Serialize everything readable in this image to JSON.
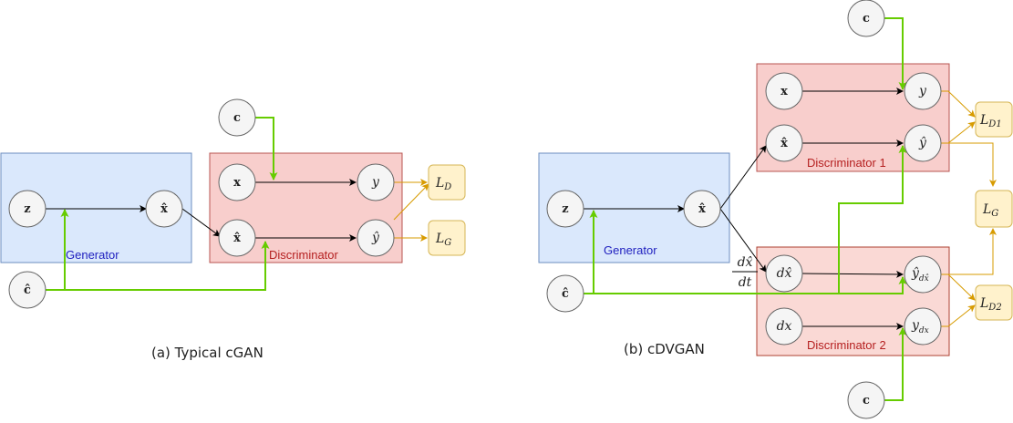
{
  "left": {
    "generator_label": "Generator",
    "discriminator_label": "Discriminator",
    "nodes": {
      "z": "z",
      "xhat": "x̂",
      "c": "c",
      "chat": "ĉ",
      "x": "x",
      "y": "y",
      "yhat": "ŷ"
    },
    "losses": {
      "ld_main": "L",
      "ld_sub": "D",
      "lg_main": "L",
      "lg_sub": "G"
    },
    "caption": "(a) Typical cGAN"
  },
  "right": {
    "generator_label": "Generator",
    "discriminator1_label": "Discriminator 1",
    "discriminator2_label": "Discriminator 2",
    "nodes": {
      "c_top": "c",
      "z": "z",
      "xhat": "x̂",
      "chat": "ĉ",
      "x": "x",
      "y": "y",
      "xhat_d1": "x̂",
      "yhat": "ŷ",
      "dxhat": "dx̂",
      "yhat_dx_main": "ŷ",
      "yhat_dx_sub": "dx̂",
      "dx": "dx",
      "y_dx_main": "y",
      "y_dx_sub": "dx",
      "c_bottom": "c"
    },
    "derivative": {
      "numerator": "dx̂",
      "denominator": "dt"
    },
    "losses": {
      "ld1_main": "L",
      "ld1_sub": "D1",
      "lg_main": "L",
      "lg_sub": "G",
      "ld2_main": "L",
      "ld2_sub": "D2"
    },
    "caption": "(b) cDVGAN"
  },
  "colors": {
    "generator_fill": "#dae8fc",
    "discriminator_fill": "#f8cecc",
    "loss_fill": "#fff2cc",
    "condition_arrow": "#66cc00",
    "loss_arrow": "#d79b00"
  }
}
